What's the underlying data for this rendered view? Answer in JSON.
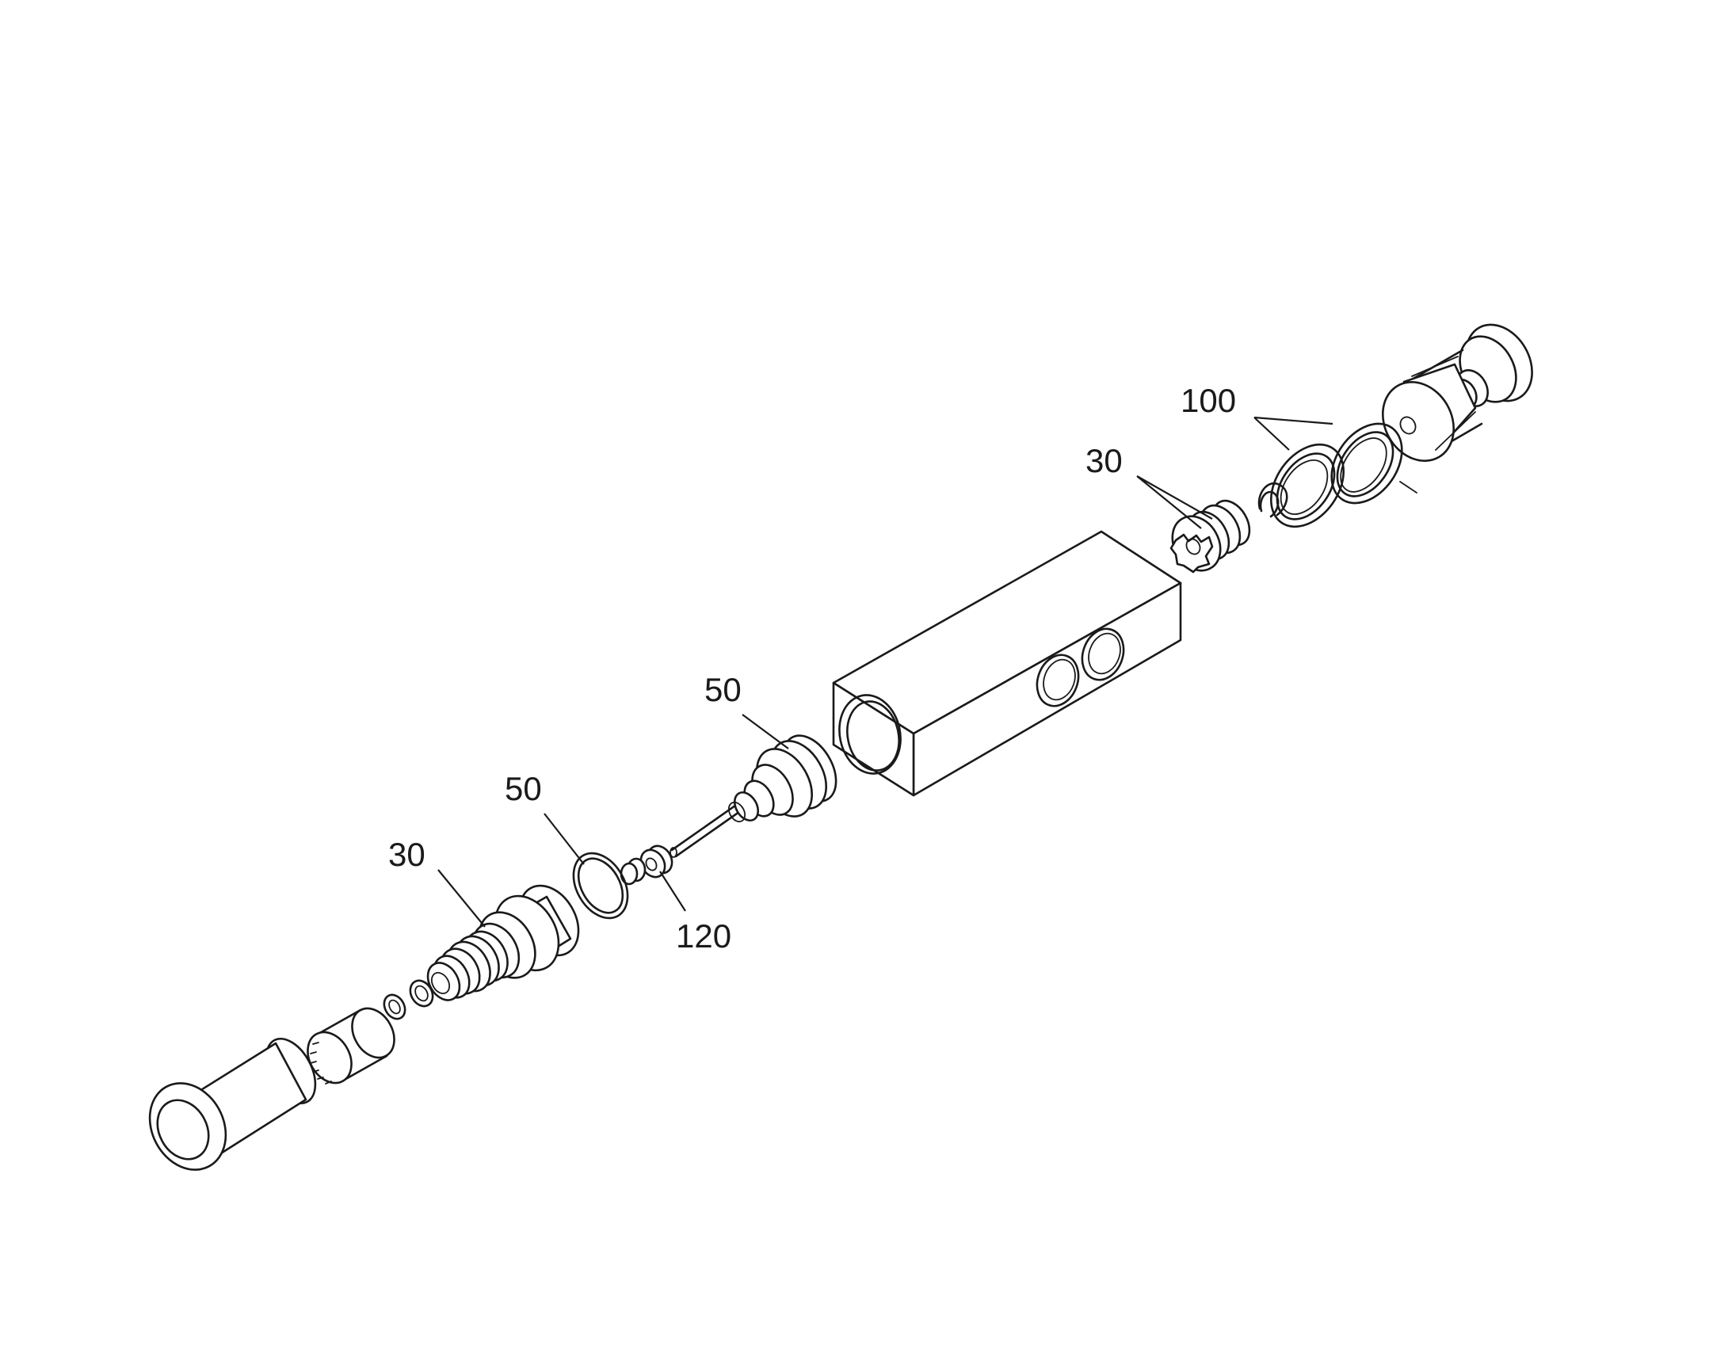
{
  "callouts": [
    {
      "id": "c100",
      "label": "100"
    },
    {
      "id": "c30_upper",
      "label": "30"
    },
    {
      "id": "c50_upper",
      "label": "50"
    },
    {
      "id": "c50_lower",
      "label": "50"
    },
    {
      "id": "c30_lower",
      "label": "30"
    },
    {
      "id": "c120",
      "label": "120"
    }
  ],
  "colors": {
    "ink": "#1a1a1a",
    "paper": "#ffffff"
  }
}
